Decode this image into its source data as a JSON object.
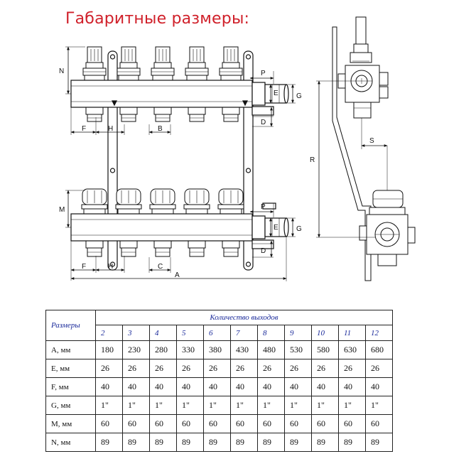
{
  "title": "Габаритные размеры:",
  "drawing": {
    "front_labels": {
      "N": "N",
      "P_top": "P",
      "E_top": "E",
      "G_top": "G",
      "D_top": "D",
      "F_top": "F",
      "H_top": "H",
      "B": "B",
      "M": "M",
      "P_bot": "P",
      "E_bot": "E",
      "G_bot": "G",
      "D_bot": "D",
      "F_bot": "F",
      "H_bot": "H",
      "C": "C",
      "A": "A"
    },
    "side_labels": {
      "R": "R",
      "S": "S"
    }
  },
  "table": {
    "corner_label": "Размеры",
    "caption": "Количество выходов",
    "outlet_counts": [
      "2",
      "3",
      "4",
      "5",
      "6",
      "7",
      "8",
      "9",
      "10",
      "11",
      "12"
    ],
    "rows": [
      {
        "label": "A, мм",
        "values": [
          "180",
          "230",
          "280",
          "330",
          "380",
          "430",
          "480",
          "530",
          "580",
          "630",
          "680"
        ]
      },
      {
        "label": "E, мм",
        "values": [
          "26",
          "26",
          "26",
          "26",
          "26",
          "26",
          "26",
          "26",
          "26",
          "26",
          "26"
        ]
      },
      {
        "label": "F, мм",
        "values": [
          "40",
          "40",
          "40",
          "40",
          "40",
          "40",
          "40",
          "40",
          "40",
          "40",
          "40"
        ]
      },
      {
        "label": "G, мм",
        "values": [
          "1\"",
          "1\"",
          "1\"",
          "1\"",
          "1\"",
          "1\"",
          "1\"",
          "1\"",
          "1\"",
          "1\"",
          "1\""
        ]
      },
      {
        "label": "M, мм",
        "values": [
          "60",
          "60",
          "60",
          "60",
          "60",
          "60",
          "60",
          "60",
          "60",
          "60",
          "60"
        ]
      },
      {
        "label": "N, мм",
        "values": [
          "89",
          "89",
          "89",
          "89",
          "89",
          "89",
          "89",
          "89",
          "89",
          "89",
          "89"
        ]
      }
    ]
  }
}
